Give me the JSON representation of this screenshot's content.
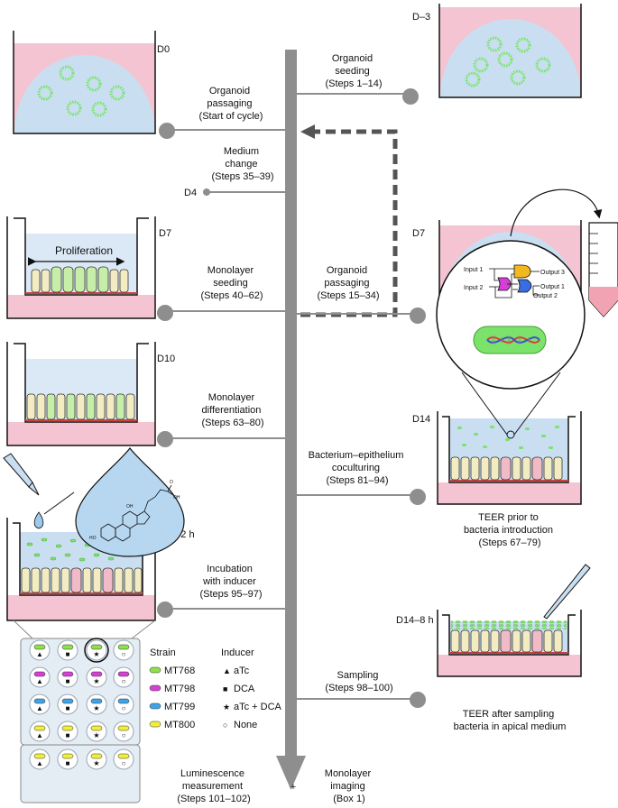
{
  "colors": {
    "pink": "#f5c4d2",
    "blue": "#c9dff1",
    "organoid_green": "#7be36b",
    "timeline_gray": "#8e8e8e",
    "cell_tan": "#f3ecc2",
    "cell_pink": "#f1bac7",
    "strain_MT768": "#8fe04d",
    "strain_MT798": "#d63fd6",
    "strain_MT799": "#3fa3e8",
    "strain_MT800": "#f2ef3a",
    "inducer_blue": "#2626c8"
  },
  "day_labels": {
    "d0": "D0",
    "dm3": "D–3",
    "d4": "D4",
    "d7_left": "D7",
    "d7_right": "D7",
    "d10": "D10",
    "d14": "D14",
    "d14_2h": "D14–2 h",
    "d14_8h": "D14–8 h"
  },
  "steps": {
    "organoid_seeding": [
      "Organoid",
      "seeding",
      "(Steps 1–14)"
    ],
    "organoid_passaging_start": [
      "Organoid",
      "passaging",
      "(Start of cycle)"
    ],
    "medium_change": [
      "Medium",
      "change",
      "(Steps 35–39)"
    ],
    "monolayer_seeding": [
      "Monolayer",
      "seeding",
      "(Steps 40–62)"
    ],
    "organoid_passaging": [
      "Organoid",
      "passaging",
      "(Steps 15–34)"
    ],
    "monolayer_differentiation": [
      "Monolayer",
      "differentiation",
      "(Steps 63–80)"
    ],
    "coculturing": [
      "Bacterium–epithelium",
      "coculturing",
      "(Steps 81–94)"
    ],
    "incubation": [
      "Incubation",
      "with inducer",
      "(Steps 95–97)"
    ],
    "sampling": [
      "Sampling",
      "(Steps 98–100)"
    ],
    "luminescence": [
      "Luminescence",
      "measurement",
      "(Steps 101–102)"
    ],
    "plus": "+",
    "imaging": [
      "Monolayer",
      "imaging",
      "(Box 1)"
    ]
  },
  "proliferation_label": "Proliferation",
  "teer_prior": [
    "TEER prior to",
    "bacteria introduction",
    "(Steps 67–79)"
  ],
  "teer_after": [
    "TEER after sampling",
    "bacteria in apical medium"
  ],
  "circuit": {
    "input1": "Input 1",
    "input2": "Input 2",
    "output1": "Output 1",
    "output2": "Output 2",
    "output3": "Output 3"
  },
  "legend": {
    "strain_title": "Strain",
    "inducer_title": "Inducer",
    "strains": [
      "MT768",
      "MT798",
      "MT799",
      "MT800"
    ],
    "inducers": [
      {
        "symbol": "▲",
        "label": "aTc"
      },
      {
        "symbol": "■",
        "label": "DCA"
      },
      {
        "symbol": "★",
        "label": "aTc + DCA"
      },
      {
        "symbol": "○",
        "label": "None"
      }
    ]
  }
}
